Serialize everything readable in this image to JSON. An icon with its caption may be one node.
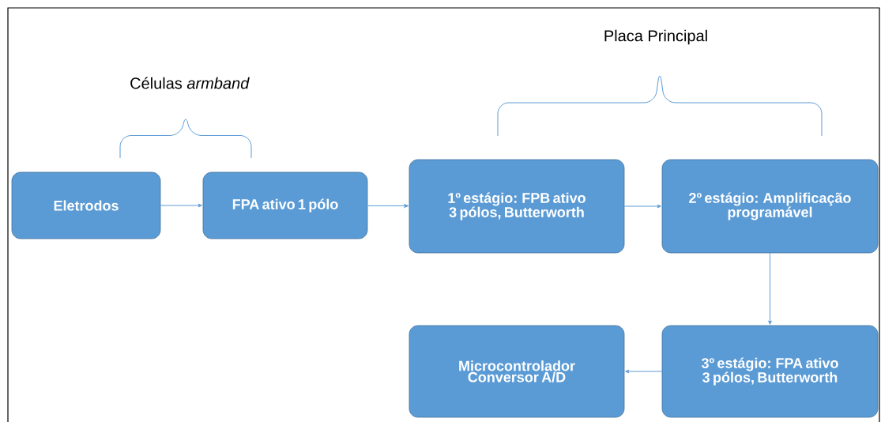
{
  "diagram": {
    "nodes": [
      {
        "text": [
          "Eletrodos"
        ]
      },
      {
        "text": [
          "FPA ativo 1 pólo"
        ]
      },
      {
        "text": [
          "1º estágio: FPB ativo 3 pólos, Butterworth"
        ]
      },
      {
        "text": [
          "2º estágio: Amplificação programável"
        ]
      },
      {
        "text": [
          "3º estágio: FPA ativo 3 pólos, Butterworth"
        ]
      },
      {
        "text": [
          "Microcontrolador Conversor A/D"
        ]
      }
    ],
    "edges": [
      {
        "from": 0,
        "to": 1,
        "arrow": "to"
      },
      {
        "from": 1,
        "to": 2,
        "arrow": "to"
      },
      {
        "from": 2,
        "to": 3,
        "arrow": "to"
      },
      {
        "from": 3,
        "to": 4,
        "arrow": "to"
      },
      {
        "from": 4,
        "to": 5,
        "arrow": "to"
      }
    ],
    "labels": [
      "Placa Principal",
      "Células *armband*"
    ]
  }
}
